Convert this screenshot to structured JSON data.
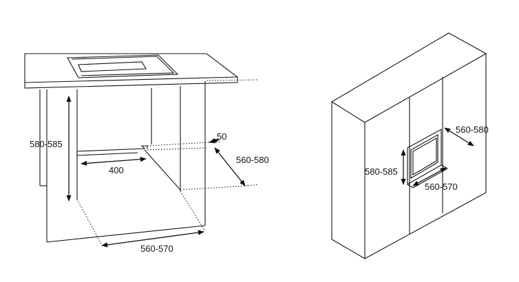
{
  "left_diagram": {
    "labels": {
      "height": "580-585",
      "gap": "50",
      "depth_side": "560-580",
      "inner_width": "400",
      "width_bottom": "560-570"
    }
  },
  "right_diagram": {
    "labels": {
      "height": "580-585",
      "depth": "560-580",
      "width": "560-570"
    }
  },
  "colors": {
    "line": "#111111",
    "background": "#ffffff",
    "countertop_fill": "#ffffff"
  }
}
